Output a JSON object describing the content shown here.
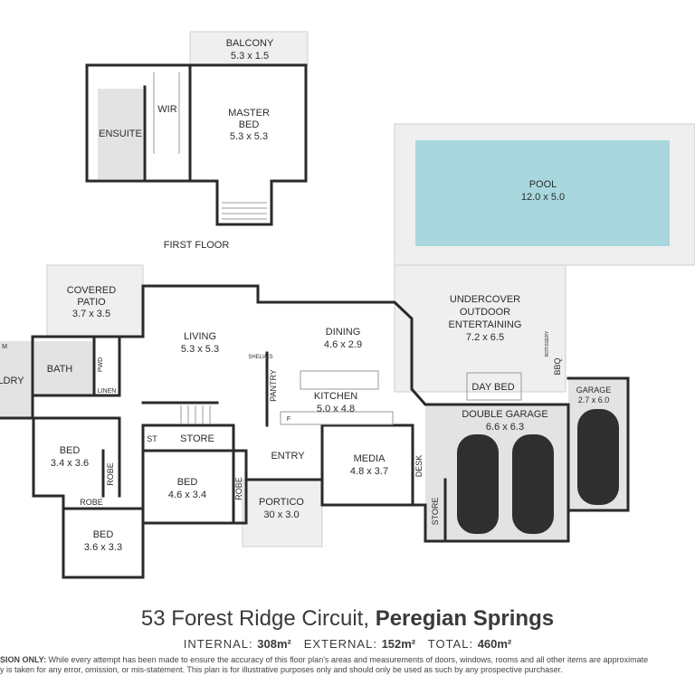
{
  "first_floor": {
    "title": "FIRST FLOOR",
    "rooms": [
      {
        "name": "BALCONY",
        "size": "5.3 x 1.5"
      },
      {
        "name": "MASTER",
        "name2": "BED",
        "size": "5.3 x 5.3"
      },
      {
        "name": "WIR"
      },
      {
        "name": "ENSUITE"
      }
    ]
  },
  "pool": {
    "name": "POOL",
    "size": "12.0 x 5.0"
  },
  "ground_floor": {
    "rooms": [
      {
        "name": "COVERED",
        "name2": "PATIO",
        "size": "3.7 x 3.5"
      },
      {
        "name": "LIVING",
        "size": "5.3 x 5.3"
      },
      {
        "name": "DINING",
        "size": "4.6 x 2.9"
      },
      {
        "name": "UNDERCOVER",
        "name2": "OUTDOOR",
        "name3": "ENTERTAINING",
        "size": "7.2 x 6.5"
      },
      {
        "name": "KITCHEN",
        "size": "5.0 x 4.8"
      },
      {
        "name": "PANTRY"
      },
      {
        "name": "SHELVES"
      },
      {
        "name": "BBQ"
      },
      {
        "name": "ROTISSERY"
      },
      {
        "name": "DAY BED"
      },
      {
        "name": "GARAGE",
        "size": "2.7 x 6.0"
      },
      {
        "name": "DOUBLE GARAGE",
        "size": "6.6 x 6.3"
      },
      {
        "name": "BATH"
      },
      {
        "name": "LDRY"
      },
      {
        "name": "PWD"
      },
      {
        "name": "LINEN"
      },
      {
        "name": "ST"
      },
      {
        "name": "STORE"
      },
      {
        "name": "ENTRY"
      },
      {
        "name": "MEDIA",
        "size": "4.8 x 3.7"
      },
      {
        "name": "DESK"
      },
      {
        "name": "STORE"
      },
      {
        "name": "BED",
        "size": "3.4 x 3.6"
      },
      {
        "name": "ROBE"
      },
      {
        "name": "BED",
        "size": "4.6 x 3.4"
      },
      {
        "name": "ROBE"
      },
      {
        "name": "PORTICO",
        "size": "30 x 3.0"
      },
      {
        "name": "ROBE"
      },
      {
        "name": "BED",
        "size": "3.6 x 3.3"
      },
      {
        "name": "F"
      },
      {
        "name": "M"
      }
    ]
  },
  "footer": {
    "address_street": "53 Forest Ridge Circuit,",
    "address_suburb": "Peregian Springs",
    "internal_label": "INTERNAL:",
    "internal_value": "308m²",
    "external_label": "EXTERNAL:",
    "external_value": "152m²",
    "total_label": "TOTAL:",
    "total_value": "460m²",
    "disclaimer_bold": "SION ONLY:",
    "disclaimer_line1": "While every attempt has been made to ensure the accuracy of this floor plan's areas and measurements of doors, windows, rooms and all other items are approximate",
    "disclaimer_line2": "y is taken for any error, omission, or mis-statement. This plan is for illustrative purposes only and should only be used as such by any prospective purchaser."
  },
  "colors": {
    "wall": "#2a2a2a",
    "pool": "#a9d7de",
    "exterior": "#efefef",
    "wet_area": "#e3e3e3"
  }
}
